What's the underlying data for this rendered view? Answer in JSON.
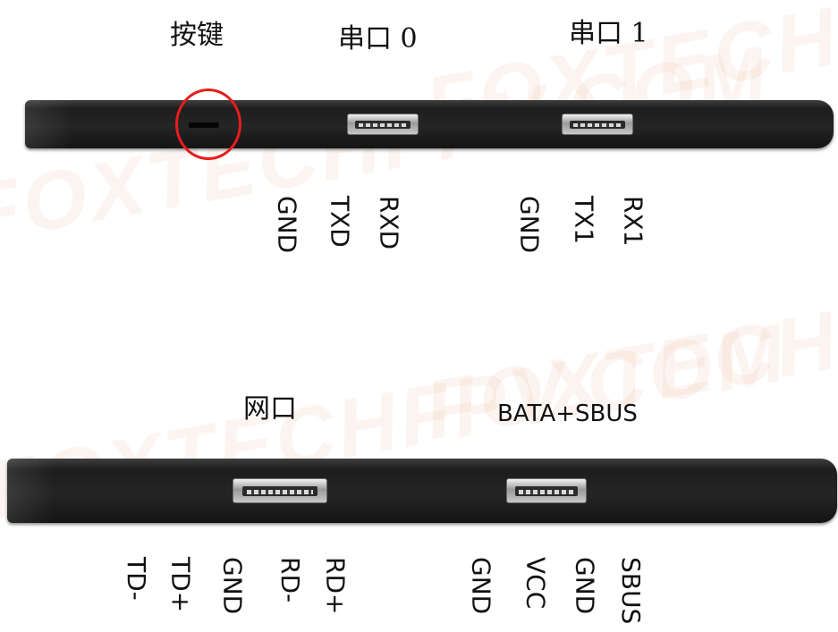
{
  "watermark": "FOXTECHFPV.COM",
  "top_panel": {
    "button_label": "按键",
    "serial0_label": "串口 0",
    "serial1_label": "串口 1",
    "serial0_pins": [
      "GND",
      "TXD",
      "RXD"
    ],
    "serial1_pins": [
      "GND",
      "TX1",
      "RX1"
    ]
  },
  "bottom_panel": {
    "ethernet_label": "网口",
    "bata_sbus_label": "BATA+SBUS",
    "ethernet_pins": [
      "TD-",
      "TD+",
      "GND",
      "RD-",
      "RD+"
    ],
    "bata_sbus_pins": [
      "GND",
      "VCC",
      "GND",
      "SBUS"
    ]
  },
  "colors": {
    "highlight_circle": "#e81d1d",
    "device_body": "#1d1d1d",
    "text": "#111111"
  }
}
